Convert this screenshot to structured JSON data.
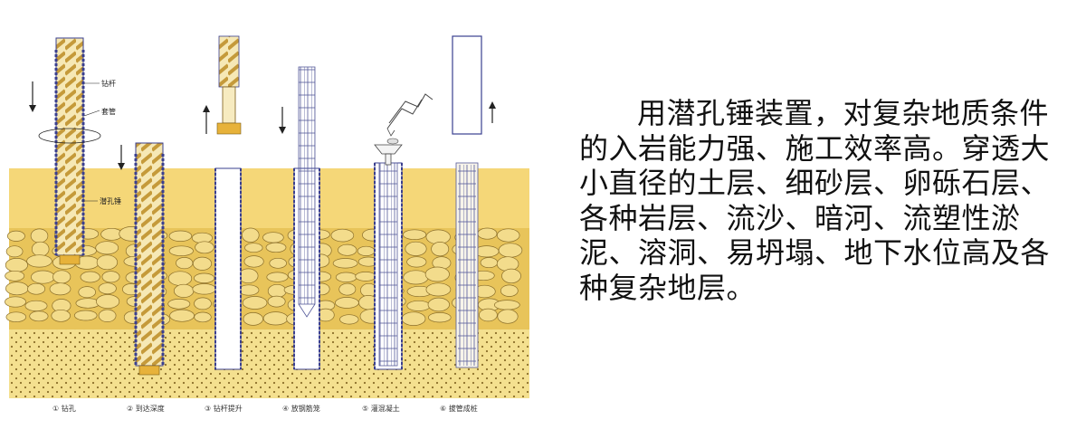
{
  "description": {
    "text": "用潜孔锤装置，对复杂地质条件的入岩能力强、施工效率高。穿透大小直径的土层、细砂层、卵砾石层、各种岩层、流沙、暗河、流塑性淤泥、溶洞、易坍塌、地下水位高及各种复杂地层。"
  },
  "diagram": {
    "callouts": [
      "钻杆",
      "套管",
      "潜孔锤"
    ],
    "stages": [
      "① 钻孔",
      "② 到达深度",
      "③ 钻杆提升",
      "④ 放钢筋笼",
      "⑤ 灌混凝土",
      "⑥ 拔管成桩"
    ]
  },
  "colors": {
    "soil_top": "#f5d778",
    "pebble_layer": "#e8c45a",
    "pebble_fill": "#f3dc8c",
    "bottom_layer": "#f4e08f",
    "casing_blue": "#3a3f8f",
    "rebar": "#555a9a",
    "auger_spiral": "#c59a3a"
  }
}
